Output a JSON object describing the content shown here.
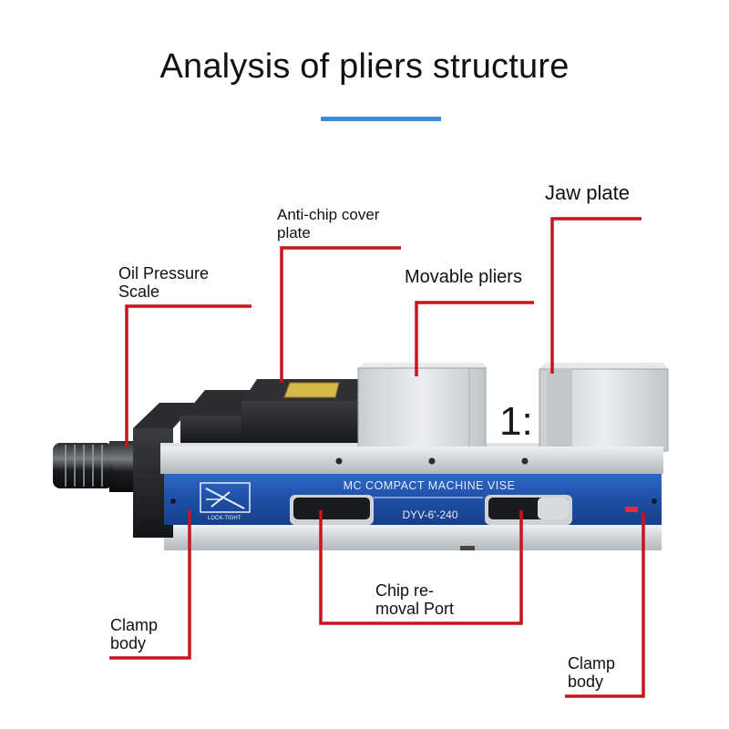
{
  "title": "Analysis of pliers structure",
  "accent_color": "#3a8be0",
  "leader_color": "#c8141e",
  "vise": {
    "brand_plate": "MC COMPACT MACHINE VISE",
    "model": "DYV-6'-240",
    "logo_text": "LOCK-TIGHT",
    "overlay_mark": "1:"
  },
  "labels": {
    "jaw_plate": "Jaw plate",
    "anti_chip_cover": "Anti-chip cover\nplate",
    "movable_pliers": "Movable pliers",
    "oil_pressure_scale": "Oil Pressure\nScale",
    "chip_removal_port": "Chip re-\nmoval Port",
    "clamp_body_left": "Clamp\nbody",
    "clamp_body_right": "Clamp\nbody"
  }
}
